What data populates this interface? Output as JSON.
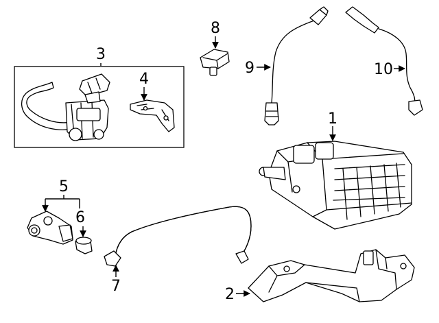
{
  "callouts": {
    "c1": "1",
    "c2": "2",
    "c3": "3",
    "c4": "4",
    "c5": "5",
    "c6": "6",
    "c7": "7",
    "c8": "8",
    "c9": "9",
    "c10": "10"
  },
  "colors": {
    "stroke": "#000000",
    "background": "#ffffff"
  }
}
